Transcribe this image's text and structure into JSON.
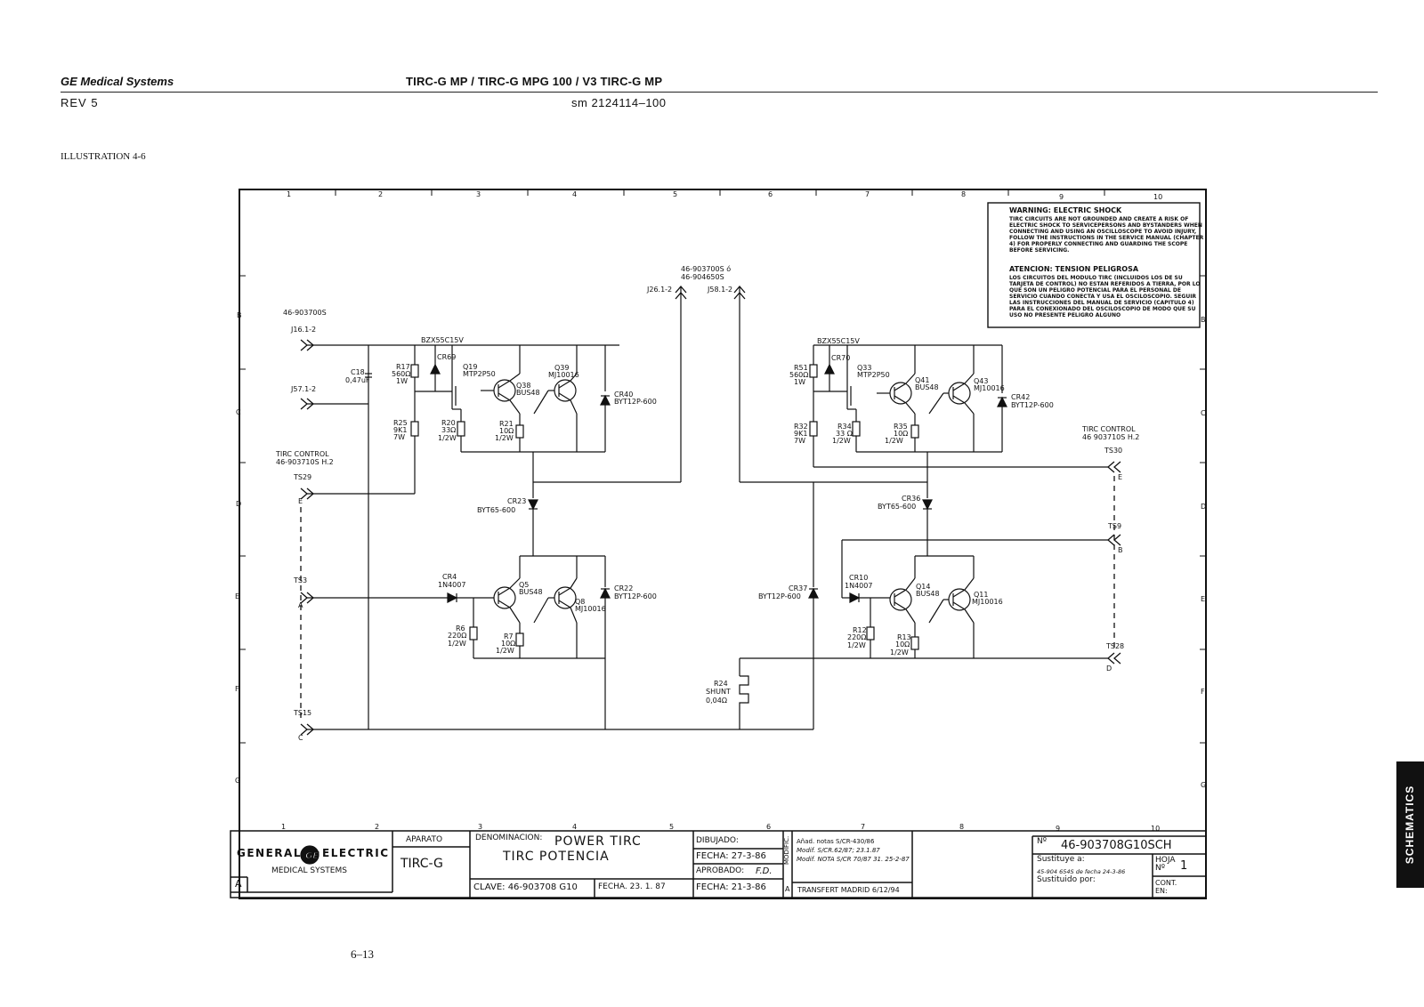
{
  "header": {
    "company": "GE Medical Systems",
    "title": "TIRC-G MP / TIRC-G MPG 100 / V3 TIRC-G MP",
    "rev": "REV 5",
    "doc_number": "sm 2124114–100"
  },
  "illustration_label": "ILLUSTRATION 4-6",
  "page_number": "6–13",
  "side_tab": "SCHEMATICS",
  "warning": {
    "title_en": "WARNING: ELECTRIC SHOCK",
    "body_en": "TIRC CIRCUITS ARE NOT GROUNDED AND CREATE A RISK OF ELECTRIC SHOCK TO SERVICEPERSONS AND BYSTANDERS WHEN CONNECTING AND USING AN OSCILLOSCOPE TO AVOID INJURY, FOLLOW THE INSTRUCTIONS IN THE SERVICE MANUAL (CHAPTER 4) FOR PROPERLY CONNECTING AND GUARDING THE SCOPE BEFORE SERVICING.",
    "title_es": "ATENCION: TENSION PELIGROSA",
    "body_es": "LOS CIRCUITOS DEL MODULO TIRC (INCLUIDOS LOS DE SU TARJETA DE CONTROL) NO ESTAN REFERIDOS A TIERRA, POR LO QUE SON UN PELIGRO POTENCIAL PARA EL PERSONAL DE SERVICIO CUANDO CONECTA Y USA EL OSCILOSCOPIO. SEGUIR LAS INSTRUCCIONES DEL MANUAL DE SERVICIO (CAPITULO 4) PARA EL CONEXIONADO DEL OSCILOSCOPIO DE MODO QUE SU USO NO PRESENTE PELIGRO ALGUNO"
  },
  "grid": {
    "cols": [
      "1",
      "2",
      "3",
      "4",
      "5",
      "6",
      "7",
      "8",
      "9",
      "10"
    ],
    "rows_left": [
      "B",
      "C",
      "D",
      "E",
      "F",
      "G"
    ],
    "rows_right": [
      "B",
      "C",
      "D",
      "E",
      "F",
      "G"
    ]
  },
  "labels": {
    "j16_ref": "46-903700S",
    "j16": "J16.1-2",
    "j57": "J57.1-2",
    "center_ref1": "46-903700S ó",
    "center_ref2": "46-904650S",
    "j26": "J26.1-2",
    "j58": "J58.1-2",
    "tirc_ctrl_left": "TIRC     CONTROL",
    "tirc_ctrl_left_ref": "46-903710S  H.2",
    "tirc_ctrl_right": "TIRC     CONTROL",
    "tirc_ctrl_right_ref": "46 903710S H.2",
    "ts29": "TS29",
    "ts3": "TS3",
    "ts15": "TS15",
    "ts30": "TS30",
    "ts9": "TS9",
    "ts28": "TS28",
    "pin_e_left": "E",
    "pin_a": "A",
    "pin_c": "C",
    "pin_e_right": "E",
    "pin_b": "B",
    "pin_d": "D",
    "bzx_left": "BZX55C15V",
    "bzx_right": "BZX55C15V",
    "cr69": "CR69",
    "cr70": "CR70",
    "c18a": "C18",
    "c18b": "0,47uF",
    "r17a": "R17",
    "r17b": "560Ω",
    "r17c": "1W",
    "r51a": "R51",
    "r51b": "560Ω",
    "r51c": "1W",
    "q19a": "Q19",
    "q19b": "MTP2P50",
    "q33a": "Q33",
    "q33b": "MTP2P50",
    "q38a": "Q38",
    "q38b": "BUS48",
    "q39a": "Q39",
    "q39b": "MJ10016",
    "q41a": "Q41",
    "q41b": "BUS48",
    "q43a": "Q43",
    "q43b": "MJ10016",
    "cr40a": "CR40",
    "cr40b": "BYT12P-600",
    "cr42a": "CR42",
    "cr42b": "BYT12P-600",
    "r25a": "R25",
    "r25b": "9K1",
    "r25c": "7W",
    "r20a": "R20",
    "r20b": "33Ω",
    "r20c": "1/2W",
    "r21a": "R21",
    "r21b": "10Ω",
    "r21c": "1/2W",
    "r32a": "R32",
    "r32b": "9K1",
    "r32c": "7W",
    "r34a": "R34",
    "r34b": "33 Ω",
    "r34c": "1/2W",
    "r35a": "R35",
    "r35b": "10Ω",
    "r35c": "1/2W",
    "cr23a": "CR23",
    "cr23b": "BYT65-600",
    "cr36a": "CR36",
    "cr36b": "BYT65-600",
    "cr4a": "CR4",
    "cr4b": "1N4007",
    "cr10a": "CR10",
    "cr10b": "1N4007",
    "q5a": "Q5",
    "q5b": "BUS48",
    "q8a": "Q8",
    "q8b": "MJ10016",
    "q14a": "Q14",
    "q14b": "BUS48",
    "q11a": "Q11",
    "q11b": "MJ10016",
    "cr22a": "CR22",
    "cr22b": "BYT12P-600",
    "cr37a": "CR37",
    "cr37b": "BYT12P-600",
    "r6a": "R6",
    "r6b": "220Ω",
    "r6c": "1/2W",
    "r7a": "R7",
    "r7b": "10Ω",
    "r7c": "1/2W",
    "r12a": "R12",
    "r12b": "220Ω",
    "r12c": "1/2W",
    "r13a": "R13",
    "r13b": "10Ω",
    "r13c": "1/2W",
    "r24a": "R24",
    "r24b": "SHUNT",
    "r24c": "0,04Ω"
  },
  "title_block": {
    "brand": "GENERAL",
    "brand2": "ELECTRIC",
    "sub": "MEDICAL SYSTEMS",
    "rev_letter": "A",
    "aparato_label": "APARATO",
    "aparato_value": "TIRC-G",
    "denominacion_label": "DENOMINACION:",
    "denominacion_1": "POWER TIRC",
    "denominacion_2": "TIRC  POTENCIA",
    "clave": "CLAVE: 46-903708 G10",
    "fecha_clave": "FECHA.  23. 1. 87",
    "dibujado": "DIBUJADO:",
    "fecha1": "FECHA:  27-3-86",
    "aprobado": "APROBADO:",
    "aprobado_sig": "F.D.",
    "fecha2": "FECHA:  21-3-86",
    "modific": "MODIFIC.",
    "mod1": "Añad. notas  S/CR-430/86",
    "mod2": "Modif. S/CR.62/87; 23.1.87",
    "mod3": "Modif. NOTA S/CR 70/87  31. 25-2-87",
    "mod_a": "A",
    "mod_a_text": "TRANSFERT MADRID  6/12/94",
    "num_label": "Nº",
    "num_value": "46-903708G10SCH",
    "sustituye": "Sustituye  a:",
    "sustituye_val": "45-904 654S de fecha 24-3-86",
    "sustituido": "Sustituido  por:",
    "hoja_label": "HOJA",
    "hoja_no": "Nº",
    "hoja_value": "1",
    "cont": "CONT.",
    "en": "EN:"
  }
}
